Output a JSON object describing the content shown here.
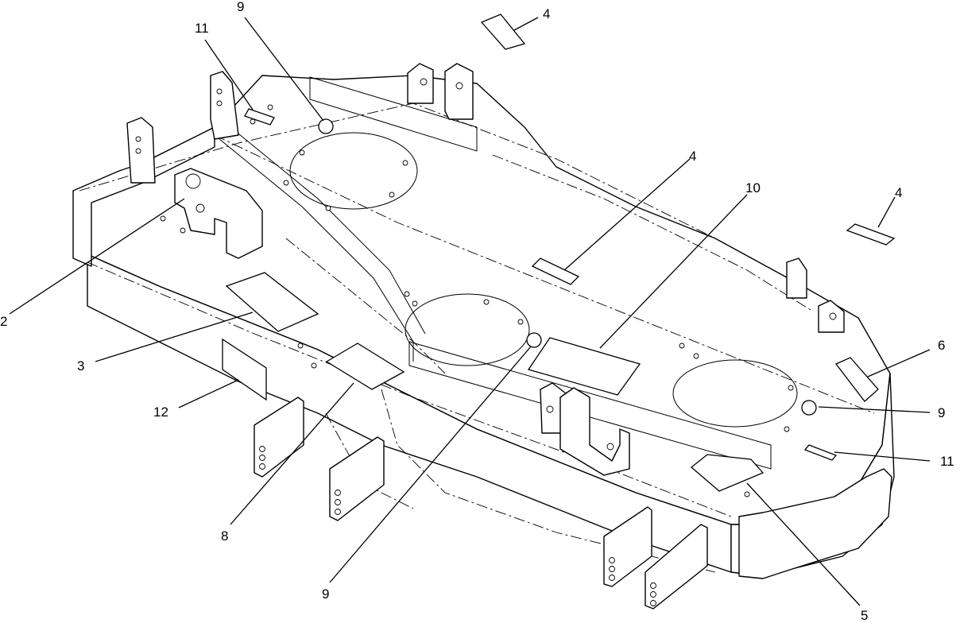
{
  "callouts": [
    {
      "id": "c9a",
      "label": "9"
    },
    {
      "id": "c11a",
      "label": "11"
    },
    {
      "id": "c4a",
      "label": "4"
    },
    {
      "id": "c4b",
      "label": "4"
    },
    {
      "id": "c10",
      "label": "10"
    },
    {
      "id": "c4c",
      "label": "4"
    },
    {
      "id": "c6",
      "label": "6"
    },
    {
      "id": "c9b",
      "label": "9"
    },
    {
      "id": "c11b",
      "label": "11"
    },
    {
      "id": "c2",
      "label": "2"
    },
    {
      "id": "c3",
      "label": "3"
    },
    {
      "id": "c12",
      "label": "12"
    },
    {
      "id": "c8",
      "label": "8"
    },
    {
      "id": "c9c",
      "label": "9"
    },
    {
      "id": "c5",
      "label": "5"
    }
  ]
}
